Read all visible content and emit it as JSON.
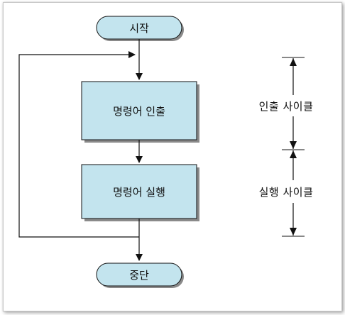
{
  "diagram": {
    "start_label": "시작",
    "fetch_label": "명령어 인출",
    "execute_label": "명령어 실행",
    "end_label": "중단",
    "fetch_cycle_label": "인출 사이클",
    "execute_cycle_label": "실행 사이클"
  },
  "colors": {
    "box_fill": "#c3e4ee",
    "box_shadow": "#8a8a8a",
    "line": "#111111"
  }
}
